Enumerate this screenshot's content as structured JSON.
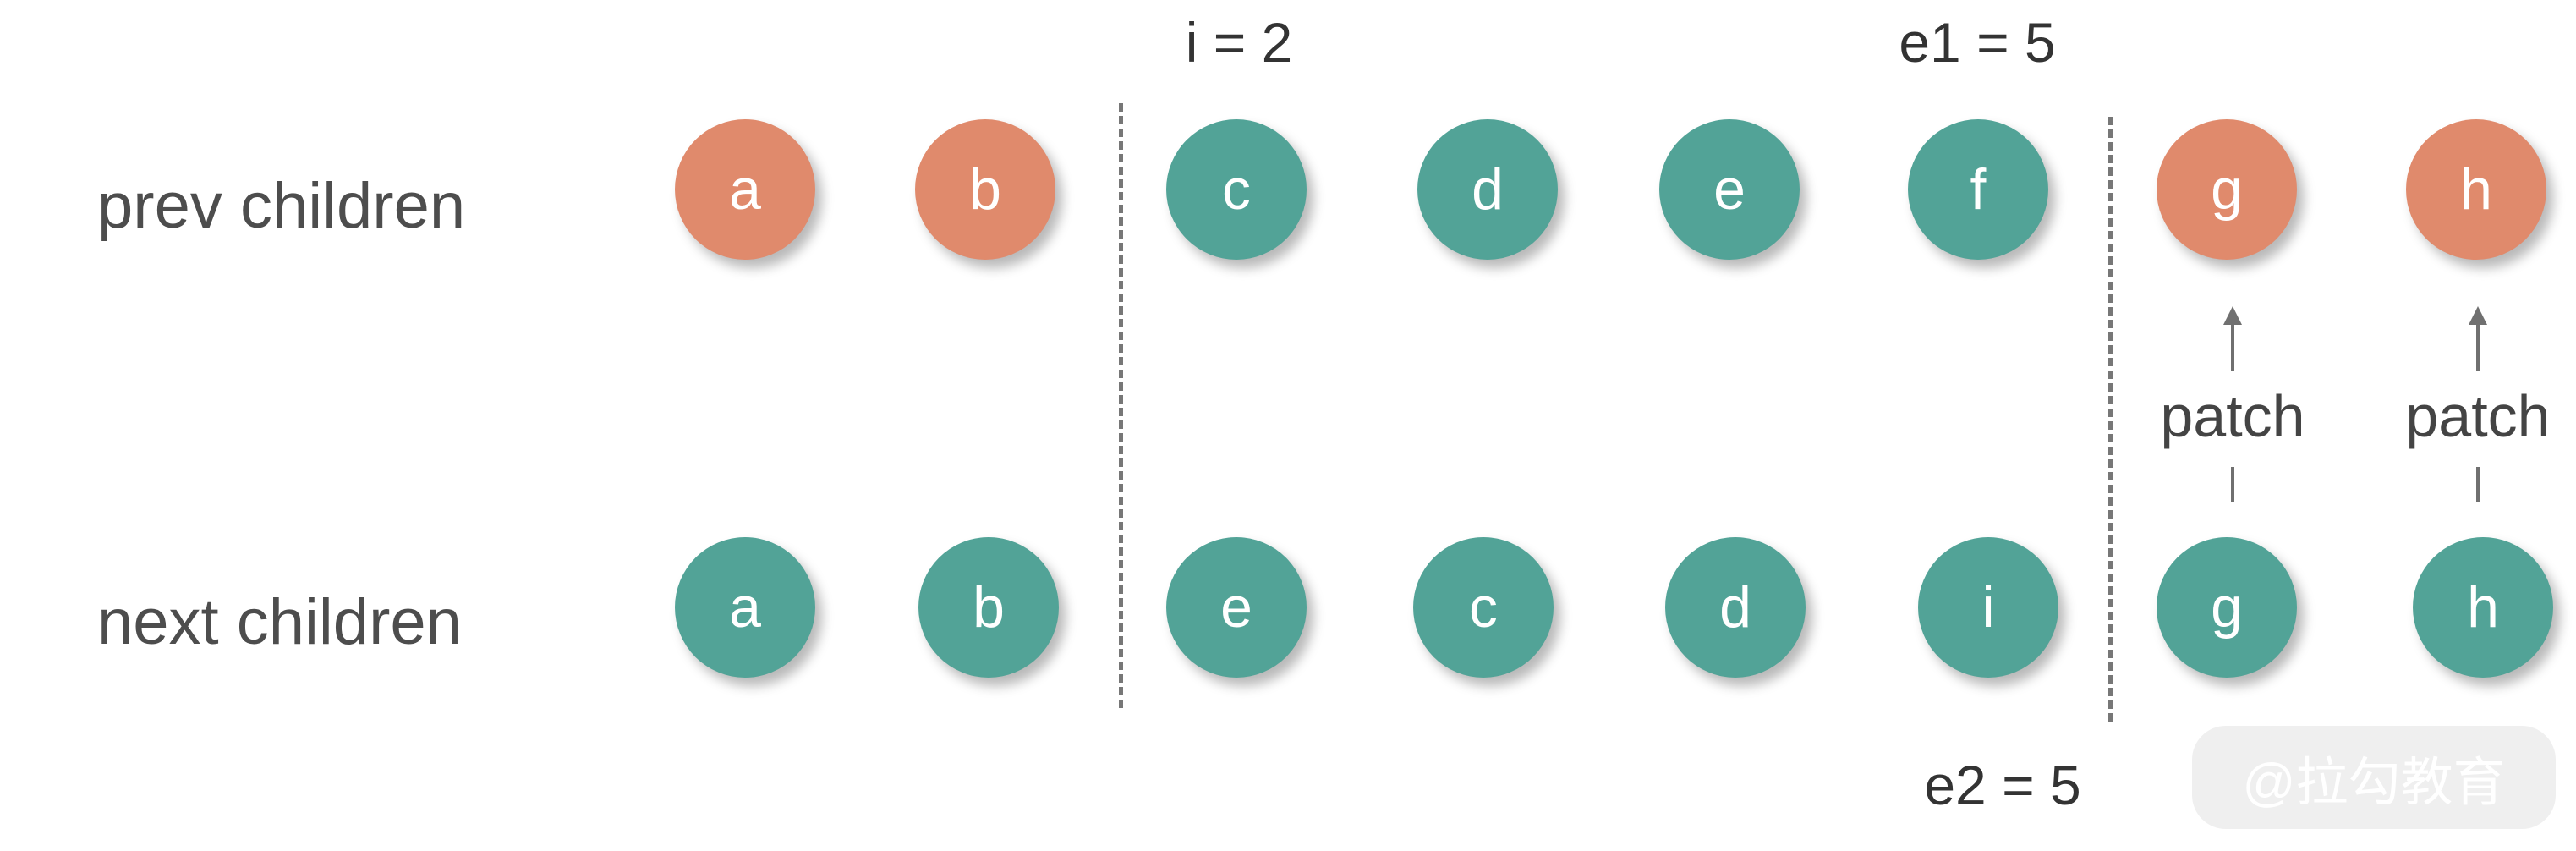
{
  "row_labels": {
    "prev": "prev children",
    "next": "next children"
  },
  "annotations": {
    "i": "i = 2",
    "e1": "e1 = 5",
    "e2": "e2 = 5"
  },
  "colors": {
    "same": "#e08a6c",
    "other": "#52a397"
  },
  "prev_children": [
    {
      "label": "a",
      "color": "same"
    },
    {
      "label": "b",
      "color": "same"
    },
    {
      "label": "c",
      "color": "other"
    },
    {
      "label": "d",
      "color": "other"
    },
    {
      "label": "e",
      "color": "other"
    },
    {
      "label": "f",
      "color": "other"
    },
    {
      "label": "g",
      "color": "same"
    },
    {
      "label": "h",
      "color": "same"
    }
  ],
  "next_children": [
    {
      "label": "a",
      "color": "other"
    },
    {
      "label": "b",
      "color": "other"
    },
    {
      "label": "e",
      "color": "other"
    },
    {
      "label": "c",
      "color": "other"
    },
    {
      "label": "d",
      "color": "other"
    },
    {
      "label": "i",
      "color": "other"
    },
    {
      "label": "g",
      "color": "other"
    },
    {
      "label": "h",
      "color": "other"
    }
  ],
  "patch_label": "patch",
  "watermark": "@拉勾教育"
}
